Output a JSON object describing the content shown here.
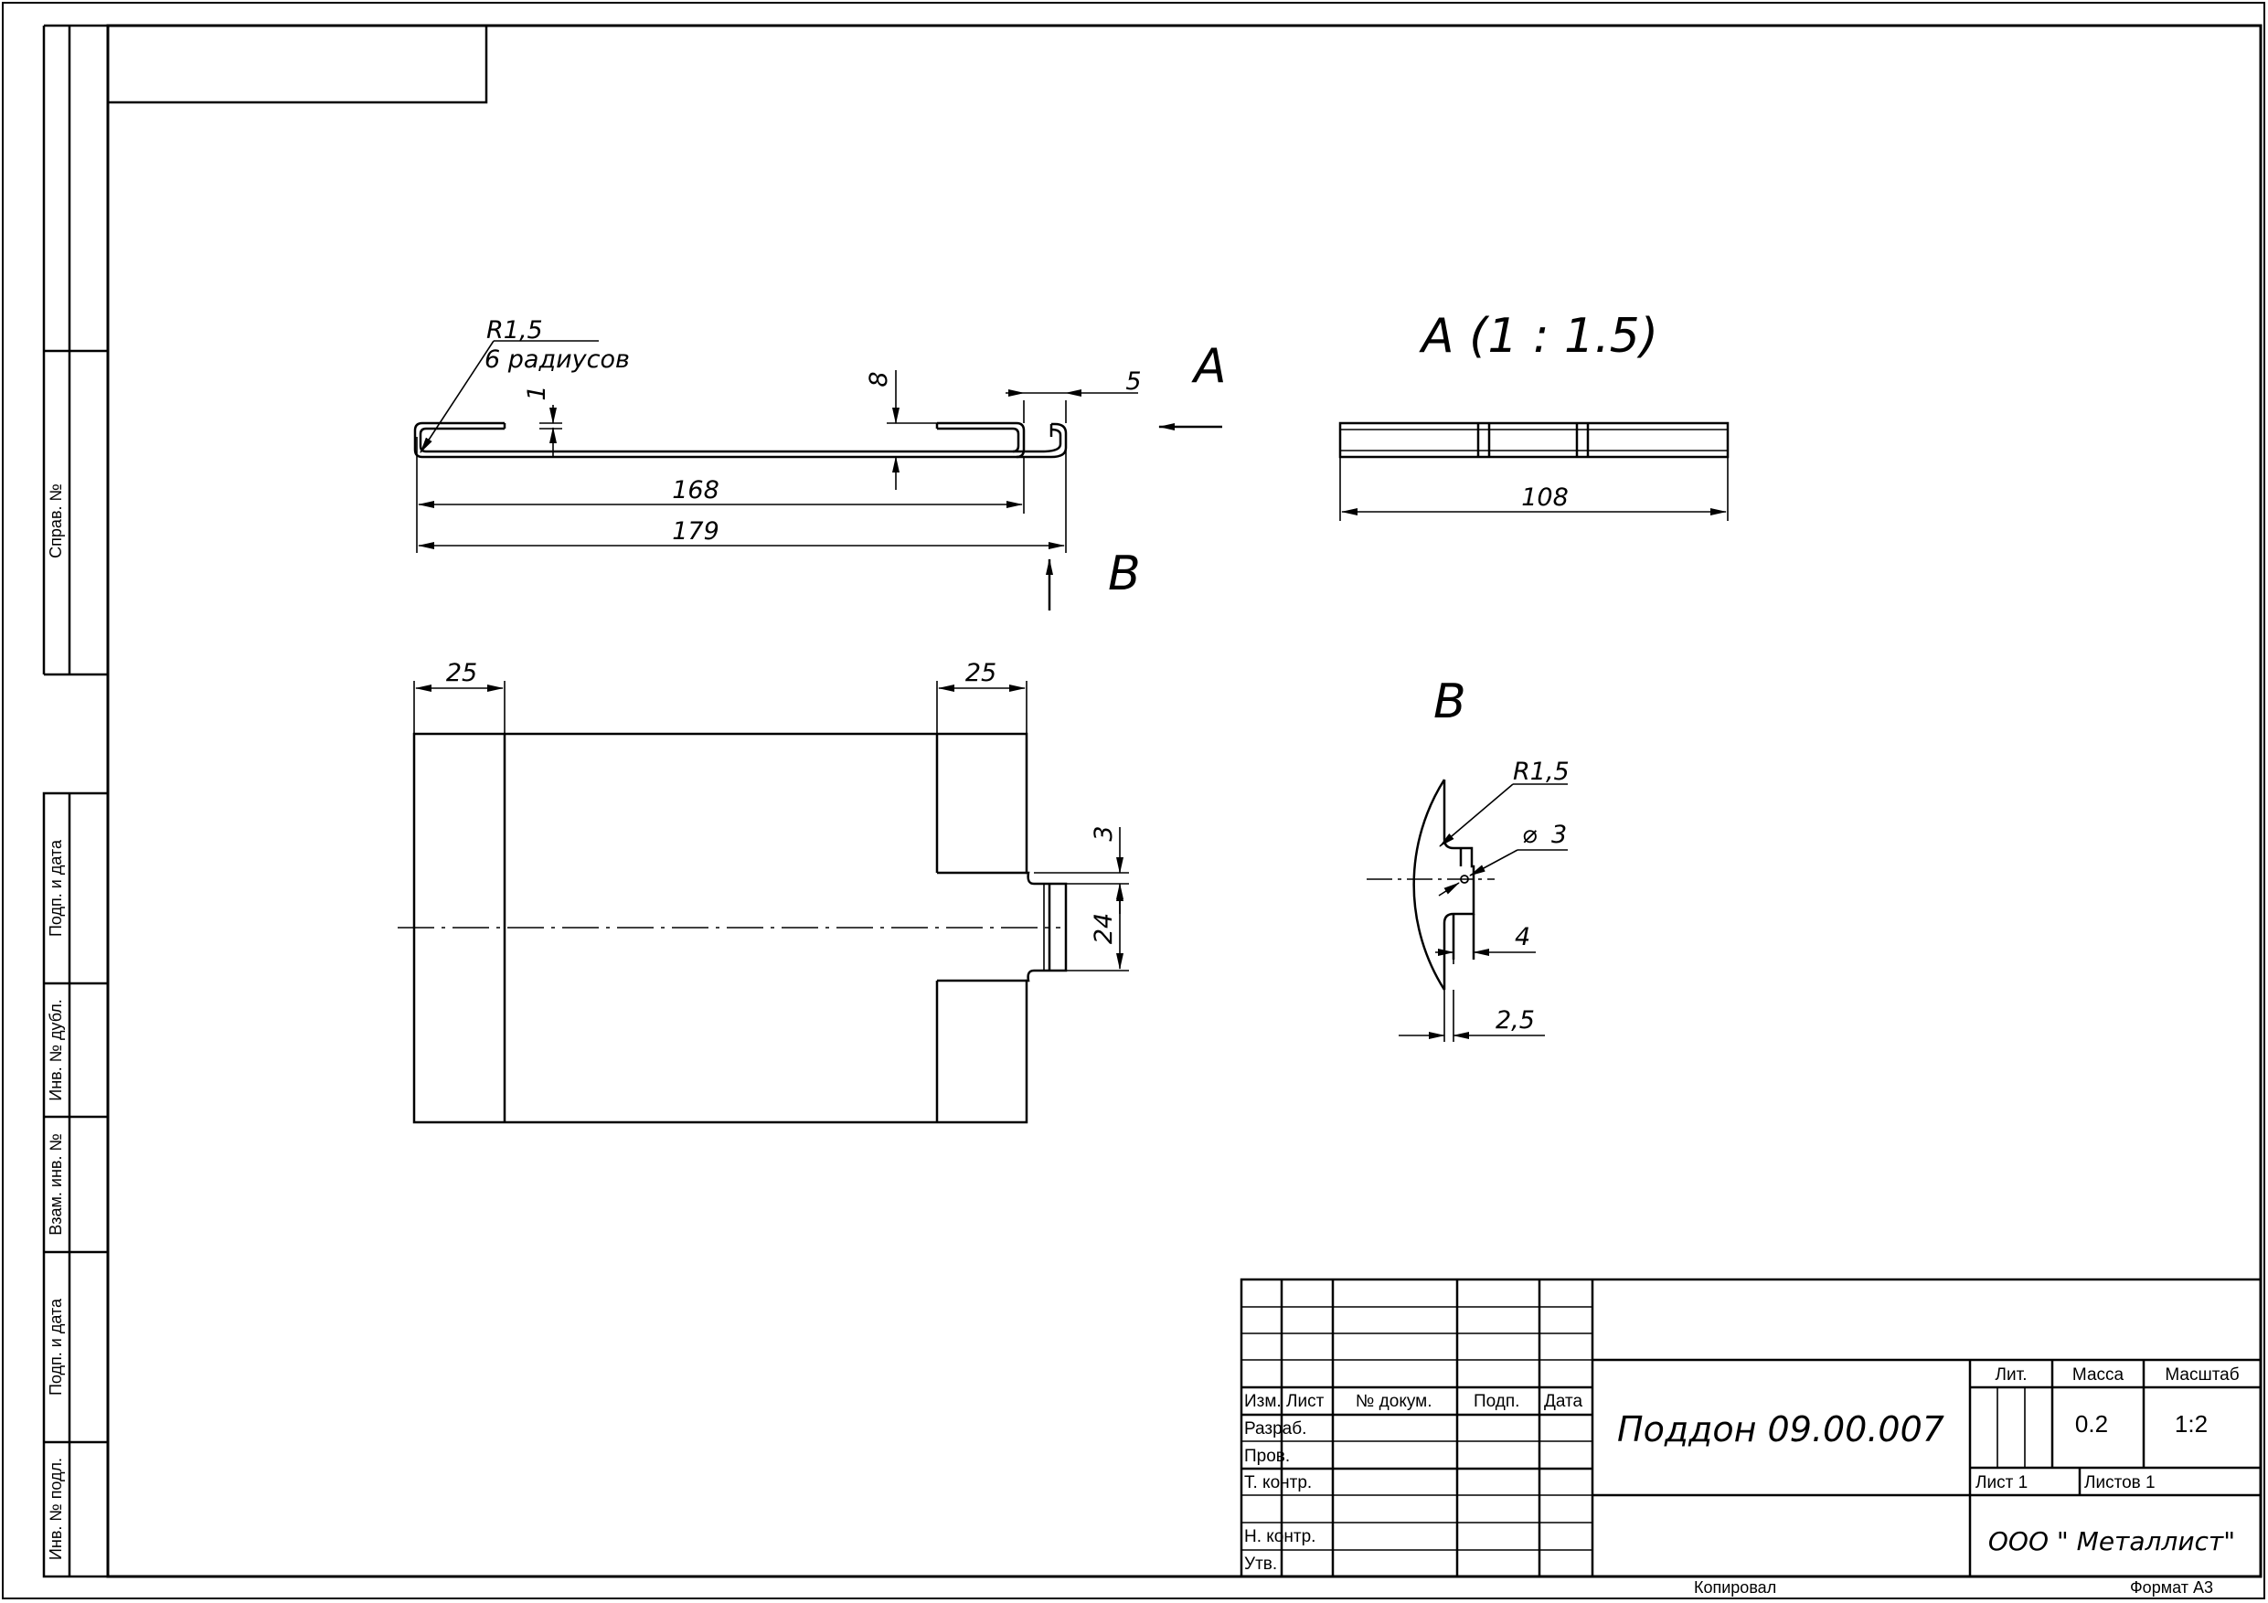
{
  "side_stamp": {
    "sprav": "Справ. №",
    "podp_data_1": "Подп. и дата",
    "inv_dubl": "Инв. № дубл.",
    "vzam_inv": "Взам. инв. №",
    "podp_data_2": "Подп. и дата",
    "inv_podl": "Инв. № подл."
  },
  "views": {
    "view_a_arrow": "A",
    "view_b_arrow": "B",
    "view_a_title": "A  (1 : 1.5)",
    "view_b_title": "B"
  },
  "dimensions": {
    "front_radius": "R1,5",
    "front_radius_note": "6 радиусов",
    "front_thickness": "1",
    "front_height": "8",
    "front_flange": "5",
    "front_inner_length": "168",
    "front_overall_length": "179",
    "view_a_width": "108",
    "plan_left_strip": "25",
    "plan_right_strip": "25",
    "plan_notch_offset": "3",
    "plan_notch_width": "24",
    "detail_radius": "R1,5",
    "detail_hole": "3",
    "detail_gap": "4",
    "detail_depth": "2,5"
  },
  "title_block": {
    "col_izm": "Изм.",
    "col_list": "Лист",
    "col_docum": "№ докум.",
    "col_podp": "Подп.",
    "col_data": "Дата",
    "row_razrab": "Разраб.",
    "row_prov": "Пров.",
    "row_tkontr": "Т. контр.",
    "row_nkontr": "Н. контр.",
    "row_utv": "Утв.",
    "designation": "Поддон 09.00.007",
    "lit_label": "Лит.",
    "mass_label": "Масса",
    "scale_label": "Масштаб",
    "mass_value": "0.2",
    "scale_value": "1:2",
    "sheet_label": "Лист 1",
    "sheets_label": "Листов 1",
    "organization": "ООО \" Металлист\"",
    "copied": "Копировал",
    "format": "Формат А3"
  },
  "colors": {
    "ink": "#000000",
    "paper": "#ffffff"
  }
}
